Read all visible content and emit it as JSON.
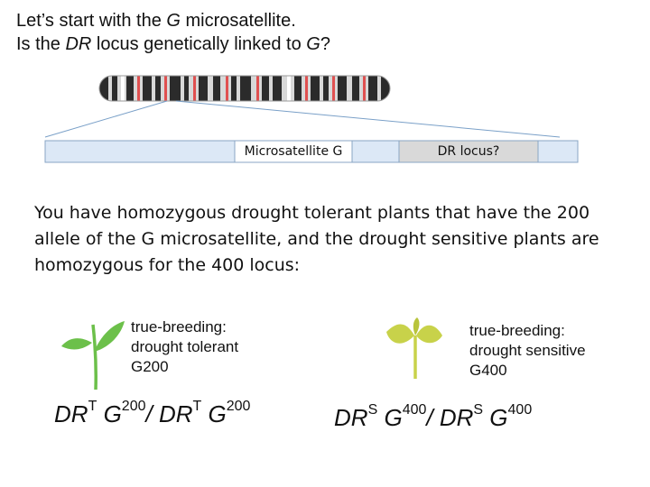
{
  "title": {
    "line1_pre": "Let’s start with the ",
    "line1_em": "G",
    "line1_post": " microsatellite.",
    "line2_pre": "Is the ",
    "line2_em1": "DR",
    "line2_mid": " locus genetically linked to ",
    "line2_em2": "G",
    "line2_post": "?"
  },
  "segments": {
    "microsatellite_label": "Microsatellite G",
    "dr_label": "DR locus?"
  },
  "paragraph": "You have homozygous drought tolerant plants that have the 200 allele of the G microsatellite, and the drought sensitive plants are homozygous for the 400 locus:",
  "tolerant": {
    "label": "true-breeding:\ndrought tolerant\nG200",
    "geno_a": "DR",
    "sup_a": "T",
    "geno_b": " G",
    "sup_b": "200",
    "geno_c": "/ DR",
    "sup_c": "T",
    "geno_d": " G",
    "sup_d": "200"
  },
  "sensitive": {
    "label": "true-breeding:\ndrought sensitive\nG400",
    "geno_a": "DR",
    "sup_a": "S",
    "geno_b": " G",
    "sup_b": "400",
    "geno_c": "/ DR",
    "sup_c": "S",
    "geno_d": " G",
    "sup_d": "400"
  },
  "colors": {
    "segment_fill": "#dce8f6",
    "dr_fill": "#d9d9d9",
    "tolerant_plant": "#6cc04a",
    "sensitive_plant": "#c8d24a",
    "chromosome_dark": "#2b2b2b",
    "chromosome_band": "#e05050"
  }
}
